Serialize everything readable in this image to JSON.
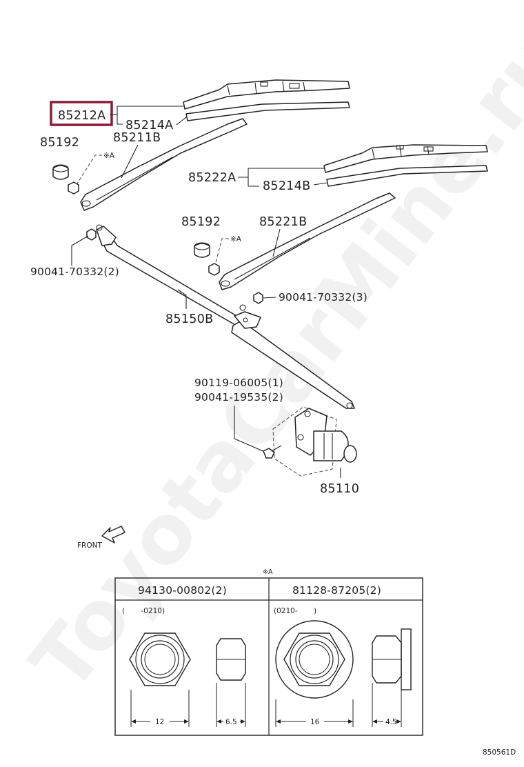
{
  "diagram": {
    "callouts": {
      "blade_assembly_front": "85212A",
      "blade_insert_front": "85214A",
      "arm_front": "85211B",
      "cap_front": "85192",
      "blade_assembly_rear": "85222A",
      "blade_insert_rear": "85214B",
      "cap_rear": "85192",
      "arm_rear": "85221B",
      "nut_left": "90041-70332(2)",
      "nut_right": "90041-70332(3)",
      "link": "85150B",
      "bolt": "90119-06005(1)",
      "washer": "90041-19535(2)",
      "motor": "85110"
    },
    "marks": {
      "star_a_1": "※A",
      "star_a_2": "※A",
      "table_ref": "※A"
    },
    "front_label": "FRONT",
    "figure_code": "850561D",
    "watermark": "ToyotaCarMine.ru",
    "highlight_color": "#8b1a3a",
    "table": {
      "columns": [
        {
          "part": "94130-00802(2)",
          "range": "(       -0210)",
          "dim_a": "12",
          "dim_b": "6.5"
        },
        {
          "part": "81128-87205(2)",
          "range": "(0210-       )",
          "dim_a": "16",
          "dim_b": "4.5"
        }
      ]
    }
  }
}
